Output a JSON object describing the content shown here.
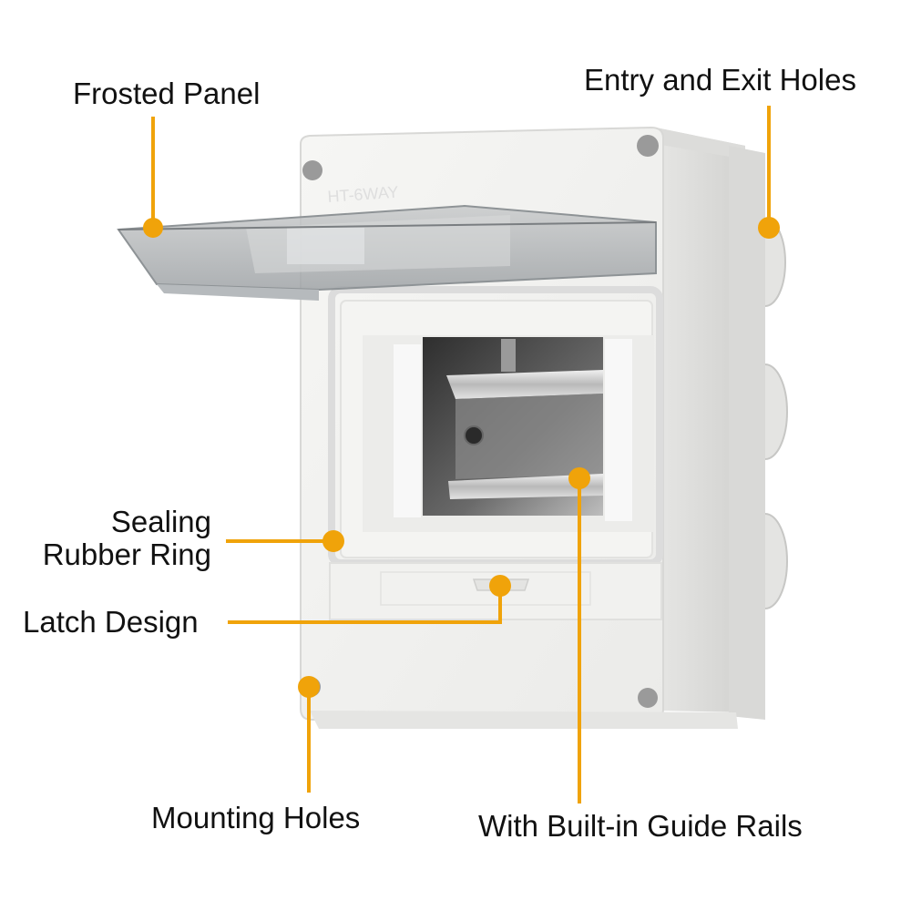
{
  "callouts": {
    "frosted_panel": "Frosted Panel",
    "entry_exit_holes": "Entry and Exit Holes",
    "sealing_rubber_ring_line1": "Sealing",
    "sealing_rubber_ring_line2": "Rubber Ring",
    "latch_design": "Latch Design",
    "mounting_holes": "Mounting Holes",
    "guide_rails": "With Built-in Guide Rails"
  },
  "product": {
    "embossed_text": "HT-6WAY"
  },
  "colors": {
    "accent": "#f0a30a",
    "enclosure": "#f2f2f0",
    "interior": "#3c3c3c"
  }
}
